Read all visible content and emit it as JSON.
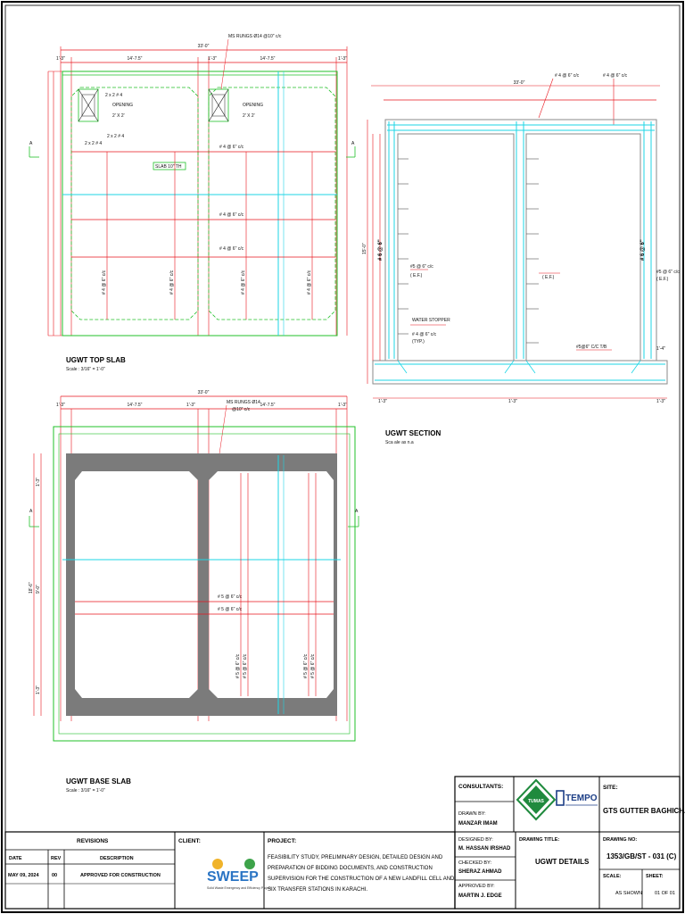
{
  "top_slab": {
    "title": "UGWT TOP SLAB",
    "scale": "Scale : 3/16\" = 1'-0\"",
    "dims_top": [
      "1'-3\"",
      "14'-7.5\"",
      "1'-3\"",
      "14'-7.5\"",
      "1'-3\""
    ],
    "overall": "33'-0\"",
    "rungs": "MS RUNGS Ø14 @10\" c/c",
    "opening": "OPENING",
    "opening_size": "2' X 2'",
    "bars_2x2": "2 x 2 # 4",
    "slab_label": "SLAB 10\" TH",
    "bar_6": "# 4 @ 6\" c/c",
    "vert_bar": "# 4 @ 6\" c/c",
    "section_mark": "A"
  },
  "section": {
    "title": "UGWT SECTION",
    "scale": "Sca ale as n.a",
    "overall": "33'-0\"",
    "bar_top": "# 4 @ 6\" c/c",
    "bar_ef": "#5 @ 6\" c/c",
    "ef": "( E.F.)",
    "ef2": "( E.F.)",
    "stopper": "WATER STOPPER",
    "typ_bar": "# 4 @ 6\" c/c",
    "typ": "(TYP.)",
    "bottom_bar": "#5@6\" C/C T/B",
    "bar_right": "#5 @ 6\" c/c",
    "ef_right": "( E.F.)",
    "dim_14": "1'-4\"",
    "dim_13": "1'-3\"",
    "height": "15'-0\"",
    "big_label": "# 6 @ 6\""
  },
  "base_slab": {
    "title": "UGWT BASE SLAB",
    "scale": "Scale : 3/16\" = 1'-0\"",
    "dims_top": [
      "1'-3\"",
      "14'-7.5\"",
      "1'-3\"",
      "14'-7.5\"",
      "1'-3\""
    ],
    "overall": "33'-0\"",
    "rungs": "MS RUNGS Ø14",
    "rungs2": "@10\" c/c",
    "bar_a": "# 5 @ 6\" c/c",
    "bar_b": "# 5 @ 6\" c/c",
    "side_dims": [
      "1'-3\"",
      "9'-0\"",
      "1'-3\"",
      "18'-6\""
    ]
  },
  "title_block": {
    "consultants": "CONSULTANTS:",
    "logo_a": "TUMAS",
    "logo_b": "TEMPO",
    "site_label": "SITE:",
    "site": "GTS GUTTER BAGHICHA",
    "drawn_by_label": "DRAWN BY:",
    "drawn_by": "MANZAR IMAM",
    "designed_by_label": "DESIGNED BY:",
    "designed_by": "M. HASSAN IRSHAD",
    "checked_by_label": "CHECKED BY:",
    "checked_by": "SHERAZ AHMAD",
    "approved_by_label": "APPROVED BY:",
    "approved_by": "MARTIN J. EDGE",
    "drawing_title_label": "DRAWING TITLE:",
    "drawing_title": "UGWT DETAILS",
    "drawing_no_label": "DRAWING NO:",
    "drawing_no": "1353/GB/ST - 031 (C)",
    "scale_label": "SCALE:",
    "scale": "AS SHOWN",
    "sheet_label": "SHEET:",
    "sheet": "01 OF 01",
    "revisions": "REVISIONS",
    "date_label": "DATE",
    "rev_label": "REV",
    "desc_label": "DESCRIPTION",
    "date": "MAY 09, 2024",
    "rev": "00",
    "desc": "APPROVED FOR CONSTRUCTION",
    "client_label": "CLIENT:",
    "client_logo": "SWEEP",
    "client_sub": "Solid Waste Emergency and Efficiency Project",
    "project_label": "PROJECT:",
    "project_lines": [
      "FEASIBILITY STUDY, PRELIMINARY DESIGN, DETAILED DESIGN AND",
      "PREPARATION OF BIDDING DOCUMENTS, AND CONSTRUCTION",
      "SUPERVISION FOR THE CONSTRUCTION OF A NEW LANDFILL CELL AND",
      "SIX TRANSFER STATIONS IN KARACHI."
    ]
  },
  "colors": {
    "dim_red": "#e8141c",
    "green": "#22c02a",
    "cyan": "#1ed6e6",
    "concrete": "#7b7b7b",
    "grey_line": "#8a8a8a"
  }
}
